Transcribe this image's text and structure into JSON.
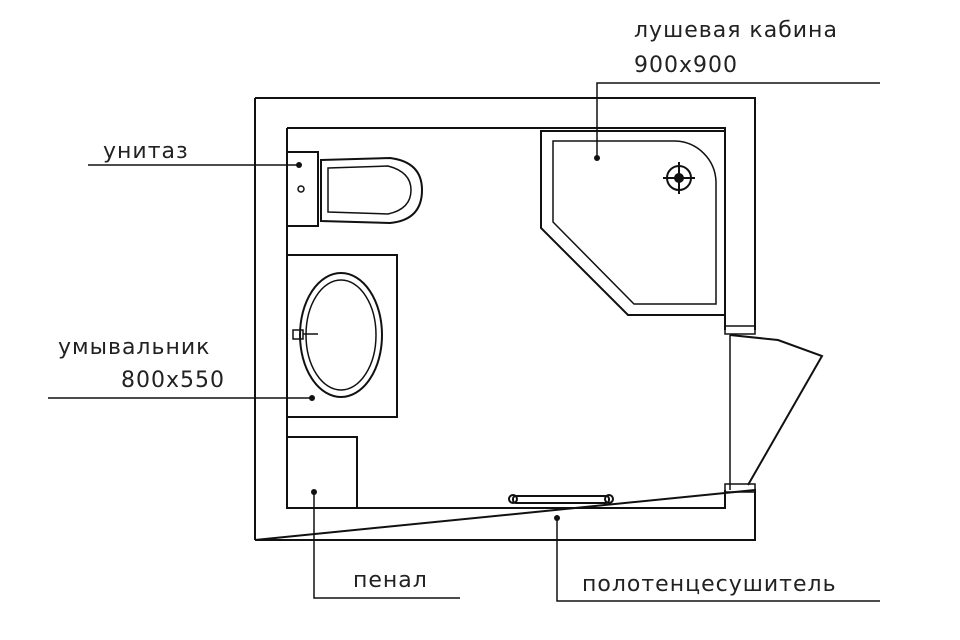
{
  "labels": {
    "shower": "лушевая кабина",
    "shower_size": "900x900",
    "toilet": "унитаз",
    "sink": "умывальник",
    "sink_size": "800x550",
    "cabinet": "пенал",
    "towel_dryer": "полотенцесушитель"
  }
}
